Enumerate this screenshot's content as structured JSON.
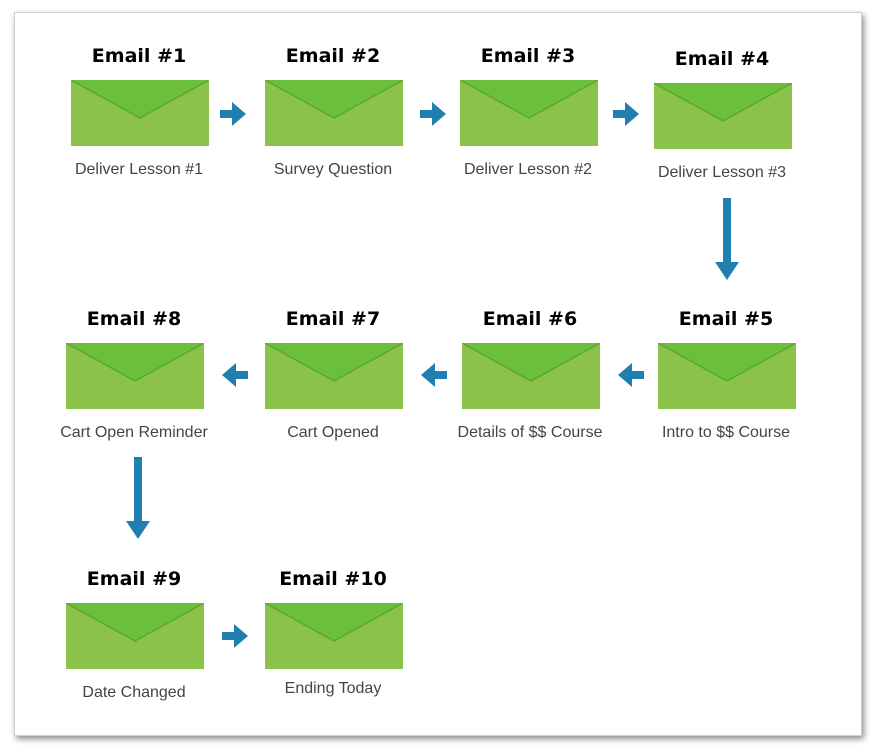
{
  "colors": {
    "envelope_fill": "#8bc34a",
    "envelope_flap": "#6cbf3a",
    "arrow": "#1f7fb0"
  },
  "steps": [
    {
      "title": "Email #1",
      "label": "Deliver Lesson #1"
    },
    {
      "title": "Email #2",
      "label": "Survey Question"
    },
    {
      "title": "Email #3",
      "label": "Deliver Lesson #2"
    },
    {
      "title": "Email #4",
      "label": "Deliver Lesson #3"
    },
    {
      "title": "Email #5",
      "label": "Intro to $$ Course"
    },
    {
      "title": "Email #6",
      "label": "Details of $$ Course"
    },
    {
      "title": "Email #7",
      "label": "Cart Opened"
    },
    {
      "title": "Email #8",
      "label": "Cart Open Reminder"
    },
    {
      "title": "Email #9",
      "label": "Date Changed"
    },
    {
      "title": "Email #10",
      "label": "Ending Today"
    }
  ]
}
